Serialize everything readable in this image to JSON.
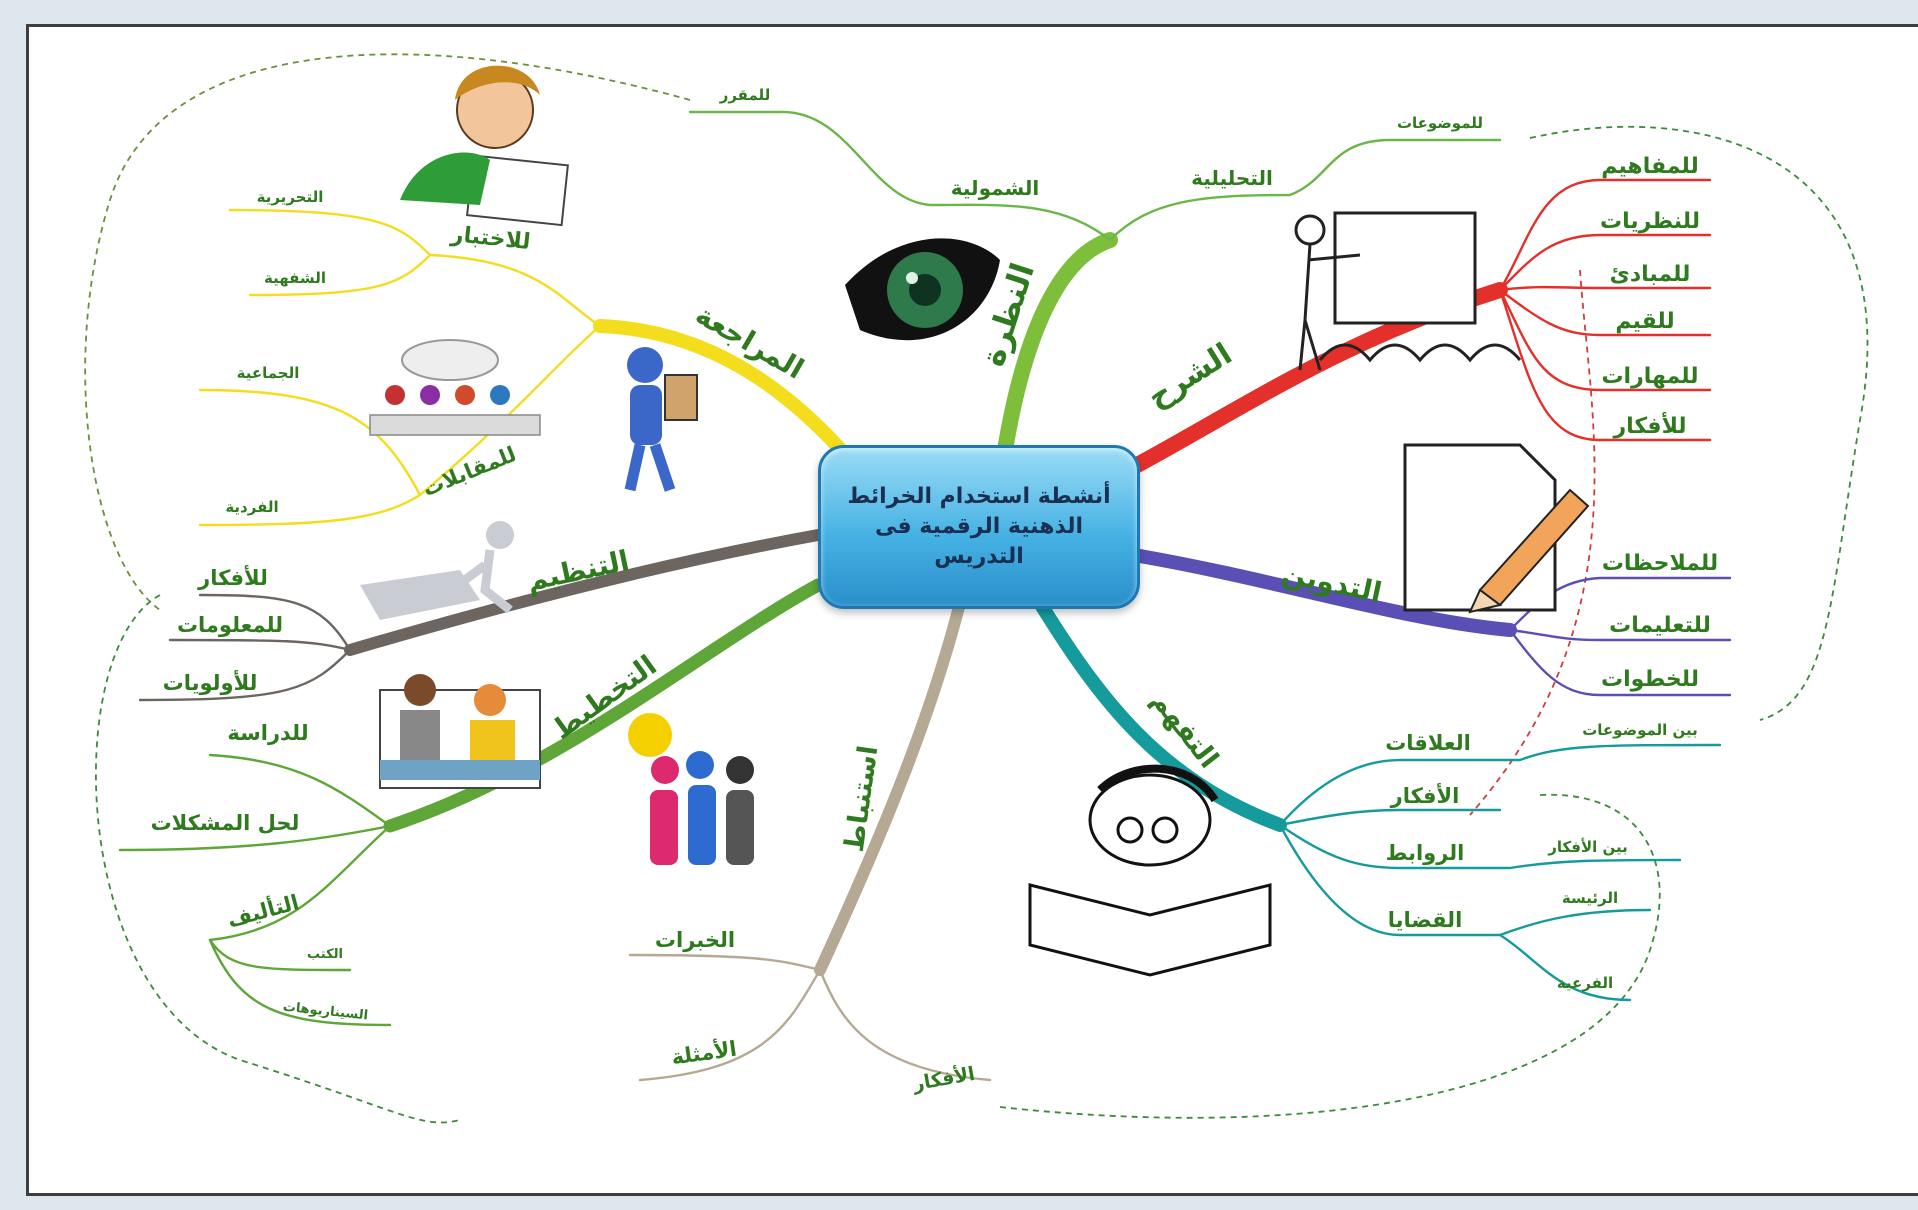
{
  "center_title": "أنشطة استخدام الخرائط الذهنية الرقمية فى التدريس",
  "colors": {
    "nazra": "#7dbf3b",
    "sharh": "#e4302b",
    "tadwin": "#5a4fb5",
    "tafahhum": "#159b9c",
    "istinbat": "#b6a994",
    "takhtit": "#5da637",
    "tanzim": "#6d6560",
    "muraja3a": "#f3dd1c",
    "sub_green": "#6bb648",
    "text_green": "#2f7a1f",
    "connector": "#3c8a3c",
    "connector_red": "#d23b3b"
  },
  "icons": [
    "eye-icon",
    "teacher-whiteboard-icon",
    "paper-pencil-icon",
    "reader-book-icon",
    "brainstorm-people-icon",
    "planning-people-icon",
    "puzzle-figure-icon",
    "clipboard-figure-icon",
    "group-discussion-icon",
    "student-writing-icon"
  ],
  "branches": {
    "nazra": {
      "label": "النظرة",
      "shumuliya": {
        "label": "الشمولية",
        "sub": "للمقرر"
      },
      "tahliliya": {
        "label": "التحليلية",
        "sub": "للموضوعات"
      }
    },
    "sharh": {
      "label": "الشرح",
      "items": [
        "للمفاهيم",
        "للنظريات",
        "للمبادئ",
        "للقيم",
        "للمهارات",
        "للأفكار"
      ]
    },
    "tadwin": {
      "label": "التدوين",
      "items": [
        "للملاحظات",
        "للتعليمات",
        "للخطوات"
      ]
    },
    "tafahhum": {
      "label": "التفهم",
      "alaqat": {
        "label": "العلاقات",
        "sub": "بين الموضوعات"
      },
      "afkar": "الأفكار",
      "rawabit": {
        "label": "الروابط",
        "sub": "بين الأفكار"
      },
      "qadaya": {
        "label": "القضايا",
        "subs": [
          "الرئيسة",
          "الفرعية"
        ]
      }
    },
    "istinbat": {
      "label": "استنباط",
      "items": [
        "الخبرات",
        "الأمثلة",
        "الأفكار"
      ]
    },
    "takhtit": {
      "label": "التخطيط",
      "items": [
        "للدراسة",
        "لحل المشكلات"
      ],
      "talif": {
        "label": "التأليف",
        "subs": [
          "الكتب",
          "السيناريوهات"
        ]
      }
    },
    "tanzim": {
      "label": "التنظيم",
      "items": [
        "للأفكار",
        "للمعلومات",
        "للأولويات"
      ]
    },
    "muraja3a": {
      "label": "المراجعة",
      "ikhtibar": {
        "label": "للاختبار",
        "subs": [
          "التحريرية",
          "الشفهية"
        ]
      },
      "muqabalat": {
        "label": "للمقابلات",
        "subs": [
          "الجماعية",
          "الفردية"
        ]
      }
    }
  }
}
